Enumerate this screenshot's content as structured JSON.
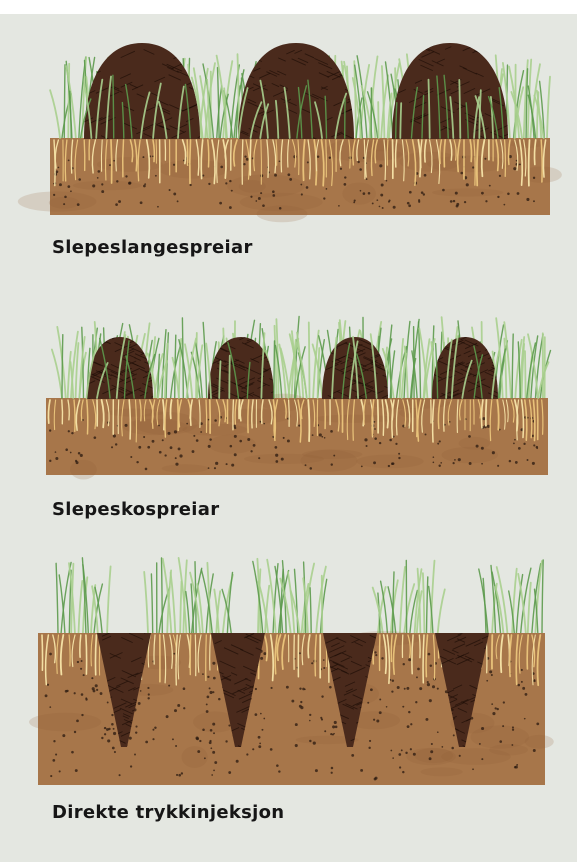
{
  "methods": [
    {
      "id": "slepeslangespreiar",
      "caption": "Slepeslangespreiar",
      "manure_form": "mound",
      "mound_count": 3
    },
    {
      "id": "slepeskospreiar",
      "caption": "Slepeskospreiar",
      "manure_form": "mound",
      "mound_count": 4
    },
    {
      "id": "direkte-trykkinjeksjon",
      "caption": "Direkte trykkinjeksjon",
      "manure_form": "injected-wedge",
      "mound_count": 4
    }
  ],
  "colors": {
    "background": "#e4e7e1",
    "soil": "#a7764a",
    "soil_dark": "#8e6139",
    "manure": "#4a2a1c",
    "manure_hatch": "#1f0f08",
    "grass": "#5c9a4c",
    "grass_light": "#a9cf8e",
    "roots": "#e8c27a"
  }
}
